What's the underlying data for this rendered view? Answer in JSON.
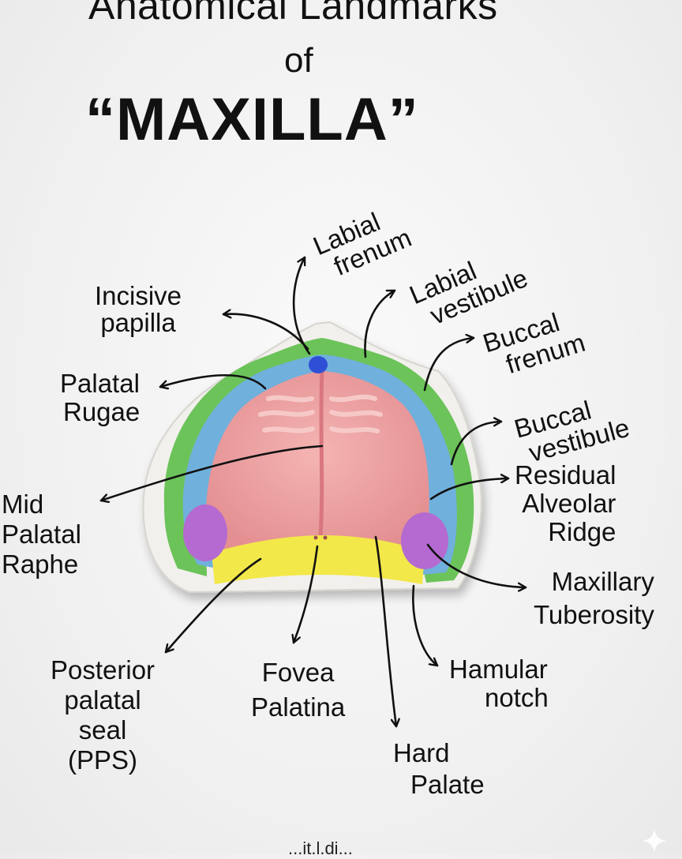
{
  "title": {
    "line1": "Anatomical Landmarks",
    "line2": "of",
    "line3": "“MAXILLA”"
  },
  "labels": {
    "labial_frenum": [
      "Labial",
      "frenum"
    ],
    "labial_vestibule": [
      "Labial",
      "vestibule"
    ],
    "incisive_papilla": [
      "Incisive",
      "papilla"
    ],
    "buccal_frenum": [
      "Buccal",
      "frenum"
    ],
    "palatal_rugae": [
      "Palatal",
      "Rugae"
    ],
    "buccal_vestibule": [
      "Buccal",
      "vestibule"
    ],
    "mid_palatal_raphe": [
      "Mid",
      "Palatal",
      "Raphe"
    ],
    "residual_alveolar_ridge": [
      "Residual",
      "Alveolar",
      "Ridge"
    ],
    "maxillary_tuberosity": [
      "Maxillary",
      "Tuberosity"
    ],
    "posterior_palatal_seal": [
      "Posterior",
      "palatal",
      "seal",
      "(PPS)"
    ],
    "fovea_palatina": [
      "Fovea",
      "Palatina"
    ],
    "hamular_notch": [
      "Hamular",
      "notch"
    ],
    "hard_palate": [
      "Hard",
      "Palate"
    ]
  },
  "footer": {
    "text": "...it.l.di..."
  },
  "colors": {
    "vestibule_green": "#6cc35a",
    "ridge_blue": "#6fb0dc",
    "palate_pink": "#eca5a5",
    "tuberosity_purple": "#b46ad0",
    "pps_yellow": "#f2e84a",
    "papilla_blue": "#2f4fd6",
    "cast_white": "#f2f0ec"
  },
  "icons": [
    "arrow-icon",
    "sparkle-icon"
  ]
}
